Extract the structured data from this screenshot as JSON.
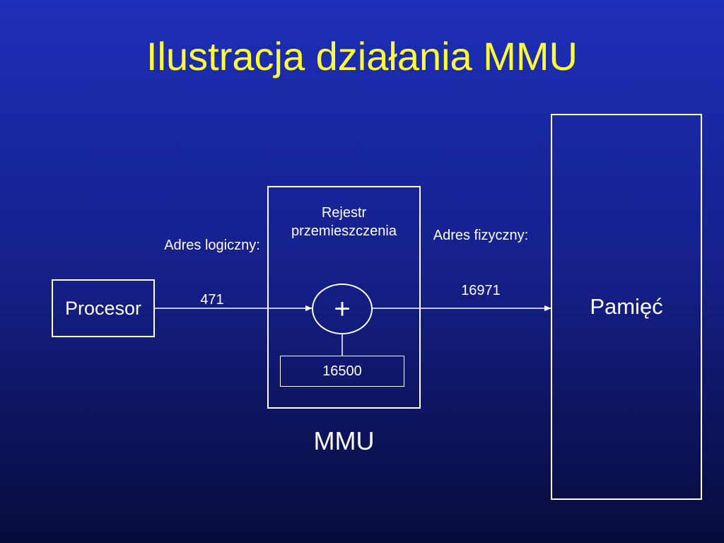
{
  "title": "Ilustracja działania MMU",
  "processor": {
    "label": "Procesor"
  },
  "logical_address": {
    "label": "Adres logiczny:",
    "value": "471"
  },
  "mmu": {
    "label": "MMU",
    "register_title": "Rejestr przemieszczenia",
    "register_value": "16500",
    "adder_symbol": "+"
  },
  "physical_address": {
    "label": "Adres fizyczny:",
    "value": "16971"
  },
  "memory": {
    "label": "Pamięć"
  },
  "colors": {
    "background": "#15208a",
    "title": "#ffff33",
    "lines": "#ffffff"
  }
}
